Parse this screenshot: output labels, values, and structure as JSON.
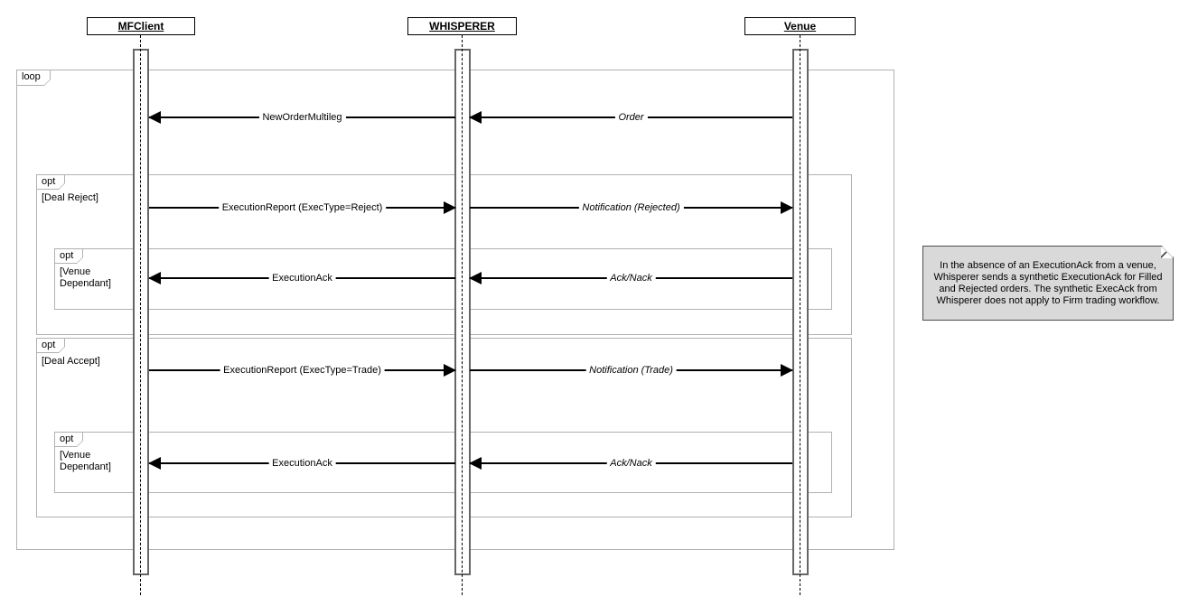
{
  "diagram": {
    "type": "uml-sequence-diagram",
    "actors": [
      {
        "name": "MFClient"
      },
      {
        "name": "WHISPERER"
      },
      {
        "name": "Venue"
      }
    ],
    "fragments": [
      {
        "operator": "loop",
        "guard": ""
      },
      {
        "operator": "opt",
        "guard": "[Deal Reject]"
      },
      {
        "operator": "opt",
        "guard": "[Venue Dependant]"
      },
      {
        "operator": "opt",
        "guard": "[Deal Accept]"
      },
      {
        "operator": "opt",
        "guard": "[Venue Dependant]"
      }
    ],
    "messages": [
      {
        "label": "NewOrderMultileg",
        "from": "WHISPERER",
        "to": "MFClient",
        "italic": false
      },
      {
        "label": "Order",
        "from": "Venue",
        "to": "WHISPERER",
        "italic": true
      },
      {
        "label": "ExecutionReport (ExecType=Reject)",
        "from": "MFClient",
        "to": "WHISPERER",
        "italic": false
      },
      {
        "label": "Notification (Rejected)",
        "from": "WHISPERER",
        "to": "Venue",
        "italic": true
      },
      {
        "label": "ExecutionAck",
        "from": "WHISPERER",
        "to": "MFClient",
        "italic": false
      },
      {
        "label": "Ack/Nack",
        "from": "Venue",
        "to": "WHISPERER",
        "italic": true
      },
      {
        "label": "ExecutionReport (ExecType=Trade)",
        "from": "MFClient",
        "to": "WHISPERER",
        "italic": false
      },
      {
        "label": "Notification (Trade)",
        "from": "WHISPERER",
        "to": "Venue",
        "italic": true
      },
      {
        "label": "ExecutionAck",
        "from": "WHISPERER",
        "to": "MFClient",
        "italic": false
      },
      {
        "label": "Ack/Nack",
        "from": "Venue",
        "to": "WHISPERER",
        "italic": true
      }
    ],
    "note": {
      "text": "In the absence of an ExecutionAck from a venue, Whisperer sends a synthetic ExecutionAck for Filled and Rejected orders. The synthetic ExecAck from Whisperer does not apply to Firm trading workflow."
    },
    "colors": {
      "frame_border": "#b0b0b0",
      "note_bg": "#d9d9d9",
      "message_line": "#000000",
      "activation_border": "#666666"
    }
  }
}
